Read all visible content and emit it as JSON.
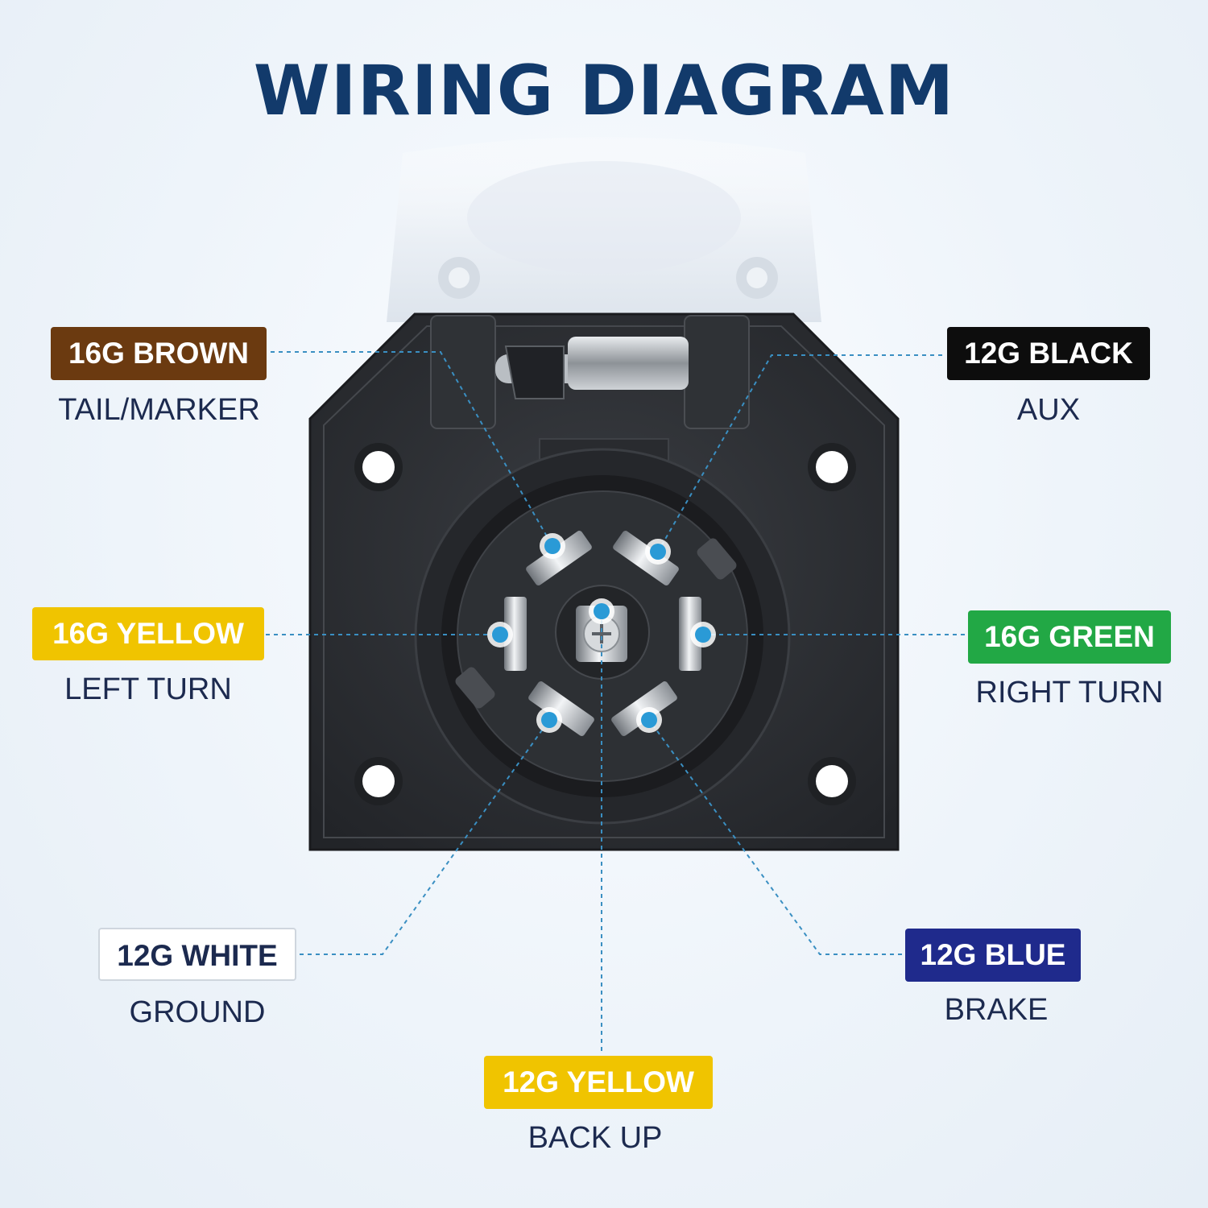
{
  "title": "WIRING DIAGRAM",
  "colors": {
    "title": "#123a6b",
    "function_text": "#1c2a4f",
    "leader_line": "#3a8fc2",
    "pin_dot": "#2a9ad6",
    "socket_body": "#2b2d31",
    "lid": "#eef2f6"
  },
  "wires": [
    {
      "id": "brown",
      "gauge_color": "16G BROWN",
      "function": "TAIL/MARKER",
      "tag_bg": "#6b3a10",
      "tag_fg": "#ffffff"
    },
    {
      "id": "black",
      "gauge_color": "12G BLACK",
      "function": "AUX",
      "tag_bg": "#0d0d0d",
      "tag_fg": "#ffffff"
    },
    {
      "id": "yellow16",
      "gauge_color": "16G YELLOW",
      "function": "LEFT TURN",
      "tag_bg": "#f0c400",
      "tag_fg": "#ffffff"
    },
    {
      "id": "green",
      "gauge_color": "16G GREEN",
      "function": "RIGHT TURN",
      "tag_bg": "#22a845",
      "tag_fg": "#ffffff"
    },
    {
      "id": "white",
      "gauge_color": "12G WHITE",
      "function": "GROUND",
      "tag_bg": "#ffffff",
      "tag_fg": "#1c2a4f"
    },
    {
      "id": "blue",
      "gauge_color": "12G BLUE",
      "function": "BRAKE",
      "tag_bg": "#1f2a8c",
      "tag_fg": "#ffffff"
    },
    {
      "id": "yellow12",
      "gauge_color": "12G YELLOW",
      "function": "BACK UP",
      "tag_bg": "#f0c400",
      "tag_fg": "#ffffff"
    }
  ]
}
